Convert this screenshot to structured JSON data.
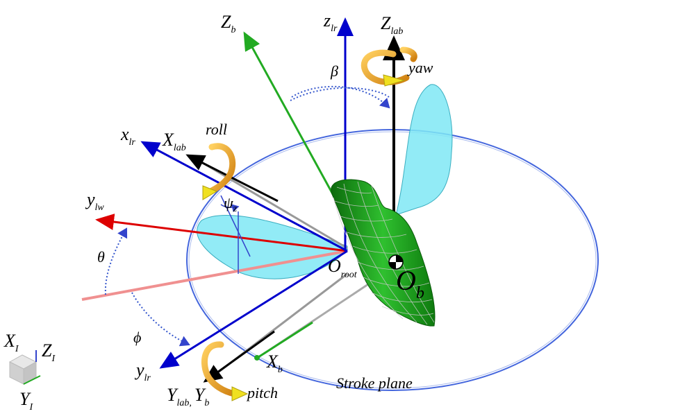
{
  "labels": {
    "Z_b": {
      "main": "Z",
      "sub": "b"
    },
    "z_lr": {
      "main": "z",
      "sub": "lr"
    },
    "Z_lab": {
      "main": "Z",
      "sub": "lab"
    },
    "yaw": "yaw",
    "beta": "β",
    "roll": "roll",
    "x_lr": {
      "main": "x",
      "sub": "lr"
    },
    "X_lab": {
      "main": "X",
      "sub": "lab"
    },
    "y_lw": {
      "main": "y",
      "sub": "lw"
    },
    "psi": {
      "main": "ψ",
      "sub": "z"
    },
    "theta": "θ",
    "O_root": {
      "main": "O",
      "sub": "root"
    },
    "O_b": {
      "main": "O",
      "sub": "b"
    },
    "phi": "ϕ",
    "y_lr": {
      "main": "y",
      "sub": "lr"
    },
    "X_b": {
      "main": "X",
      "sub": "b"
    },
    "Y_lab_Y_b": {
      "main1": "Y",
      "sub1": "lab,",
      "main2": "Y",
      "sub2": "b"
    },
    "pitch": "pitch",
    "stroke_plane": "Stroke plane",
    "inertial": {
      "X": "X",
      "X_sub": "I",
      "Z": "Z",
      "Z_sub": "I",
      "Y": "Y",
      "Y_sub": "I"
    }
  },
  "colors": {
    "body_green": "#1fa01f",
    "wing_cyan": "#7fe8f5",
    "axis_blue": "#0000cc",
    "axis_red": "#dd0000",
    "axis_green": "#22aa22",
    "rotation_orange": "#f0a020",
    "arrow_yellow": "#f0e020",
    "stroke_plane": "#4466dd"
  }
}
